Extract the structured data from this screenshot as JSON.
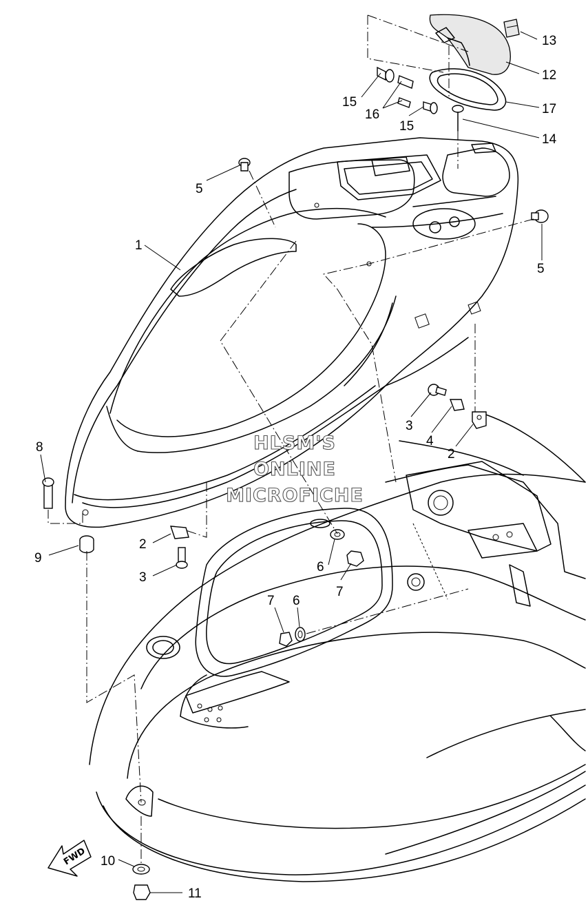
{
  "watermark": {
    "line1": "HLSM'S",
    "line2": "ONLINE",
    "line3": "MICROFICHE"
  },
  "fwd_label": "FWD",
  "callouts": [
    {
      "id": "c1",
      "text": "1"
    },
    {
      "id": "c2a",
      "text": "2"
    },
    {
      "id": "c2b",
      "text": "2"
    },
    {
      "id": "c3a",
      "text": "3"
    },
    {
      "id": "c3b",
      "text": "3"
    },
    {
      "id": "c4",
      "text": "4"
    },
    {
      "id": "c5a",
      "text": "5"
    },
    {
      "id": "c5b",
      "text": "5"
    },
    {
      "id": "c6a",
      "text": "6"
    },
    {
      "id": "c6b",
      "text": "6"
    },
    {
      "id": "c7a",
      "text": "7"
    },
    {
      "id": "c7b",
      "text": "7"
    },
    {
      "id": "c8",
      "text": "8"
    },
    {
      "id": "c9",
      "text": "9"
    },
    {
      "id": "c10",
      "text": "10"
    },
    {
      "id": "c11",
      "text": "11"
    },
    {
      "id": "c12",
      "text": "12"
    },
    {
      "id": "c13",
      "text": "13"
    },
    {
      "id": "c14",
      "text": "14"
    },
    {
      "id": "c15a",
      "text": "15"
    },
    {
      "id": "c15b",
      "text": "15"
    },
    {
      "id": "c16",
      "text": "16"
    },
    {
      "id": "c17",
      "text": "17"
    }
  ]
}
